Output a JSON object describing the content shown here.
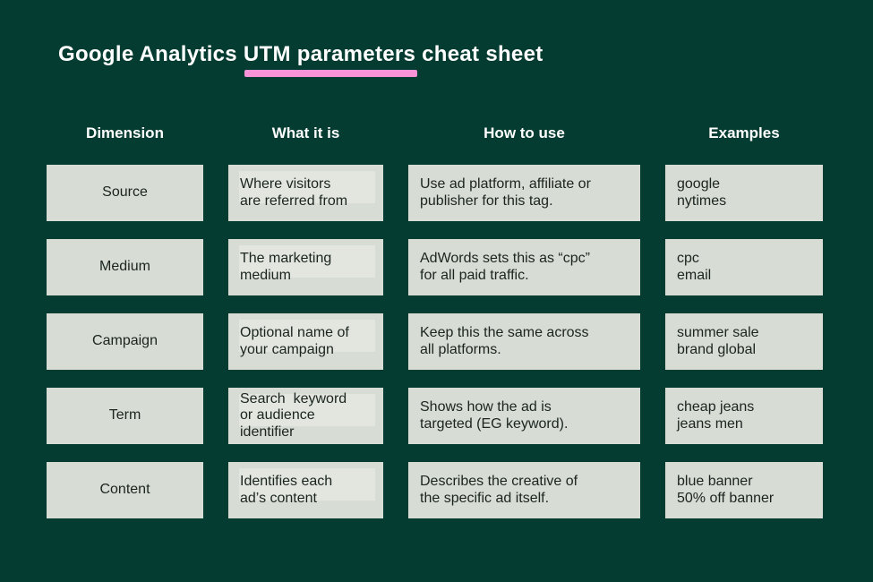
{
  "title": {
    "prefix": "Google Analytics ",
    "highlighted": "UTM parameters",
    "suffix": " cheat sheet"
  },
  "columns": [
    "Dimension",
    "What it is",
    "How to use",
    "Examples"
  ],
  "rows": [
    {
      "dimension": "Source",
      "what": "Where visitors\nare referred from",
      "how": "Use ad platform, affiliate or\npublisher for this tag.",
      "examples": "google\nnytimes"
    },
    {
      "dimension": "Medium",
      "what": "The marketing\nmedium",
      "how": "AdWords sets this as “cpc”\nfor all paid traffic.",
      "examples": "cpc\nemail"
    },
    {
      "dimension": "Campaign",
      "what": "Optional name of\nyour campaign",
      "how": "Keep this the same across\nall platforms.",
      "examples": "summer sale\nbrand global"
    },
    {
      "dimension": "Term",
      "what": "Search  keyword\nor audience\nidentifier",
      "how": "Shows how the ad is\ntargeted (EG keyword).",
      "examples": "cheap jeans\njeans men"
    },
    {
      "dimension": "Content",
      "what": "Identifies each\nad’s content",
      "how": "Describes the creative of\nthe specific ad itself.",
      "examples": "blue banner\n50% off banner"
    }
  ],
  "colors": {
    "background": "#053C31",
    "cell_background": "#D7DCD5",
    "cell_highlight": "#E2E6DF",
    "title_underline": "#F992D6",
    "heading_text": "#FFFFFF",
    "cell_text": "#1B241F"
  }
}
